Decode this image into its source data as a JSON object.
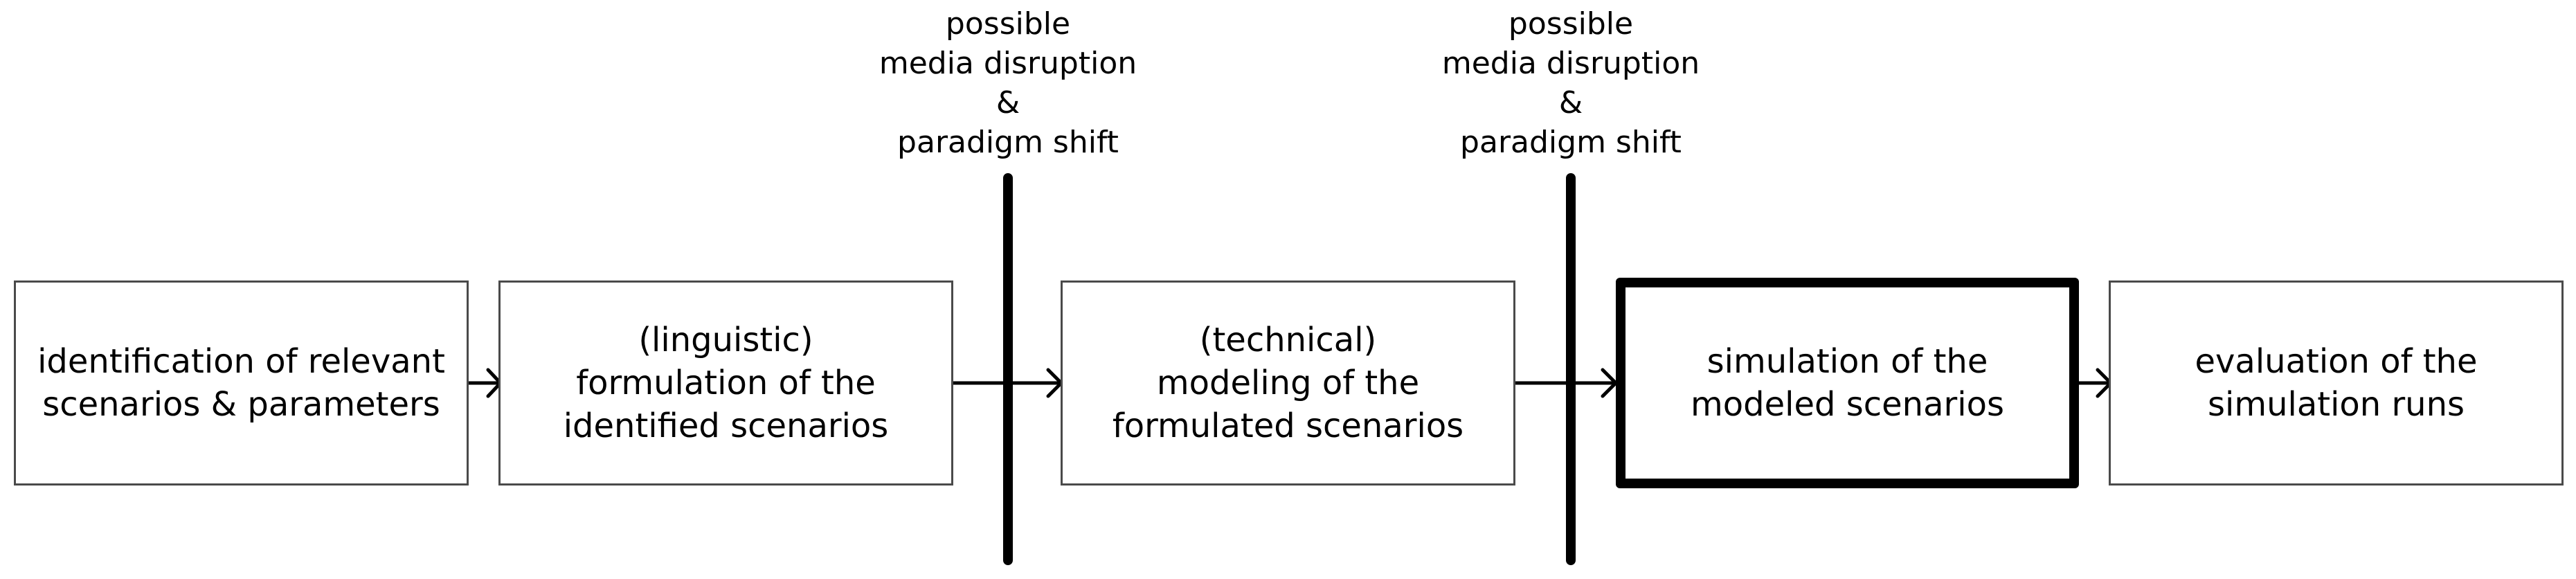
{
  "steps": [
    {
      "lines": [
        "identification of relevant",
        "scenarios & parameters"
      ]
    },
    {
      "lines": [
        "(linguistic)",
        "formulation of the",
        "identified scenarios"
      ]
    },
    {
      "lines": [
        "(technical)",
        "modeling of the",
        "formulated scenarios"
      ]
    },
    {
      "lines": [
        "simulation of the",
        "modeled scenarios"
      ]
    },
    {
      "lines": [
        "evaluation of the",
        "simulation runs"
      ]
    }
  ],
  "disruptions": [
    {
      "lines": [
        "possible",
        "media disruption",
        "&",
        "paradigm shift"
      ]
    },
    {
      "lines": [
        "possible",
        "media disruption",
        "&",
        "paradigm shift"
      ]
    }
  ]
}
